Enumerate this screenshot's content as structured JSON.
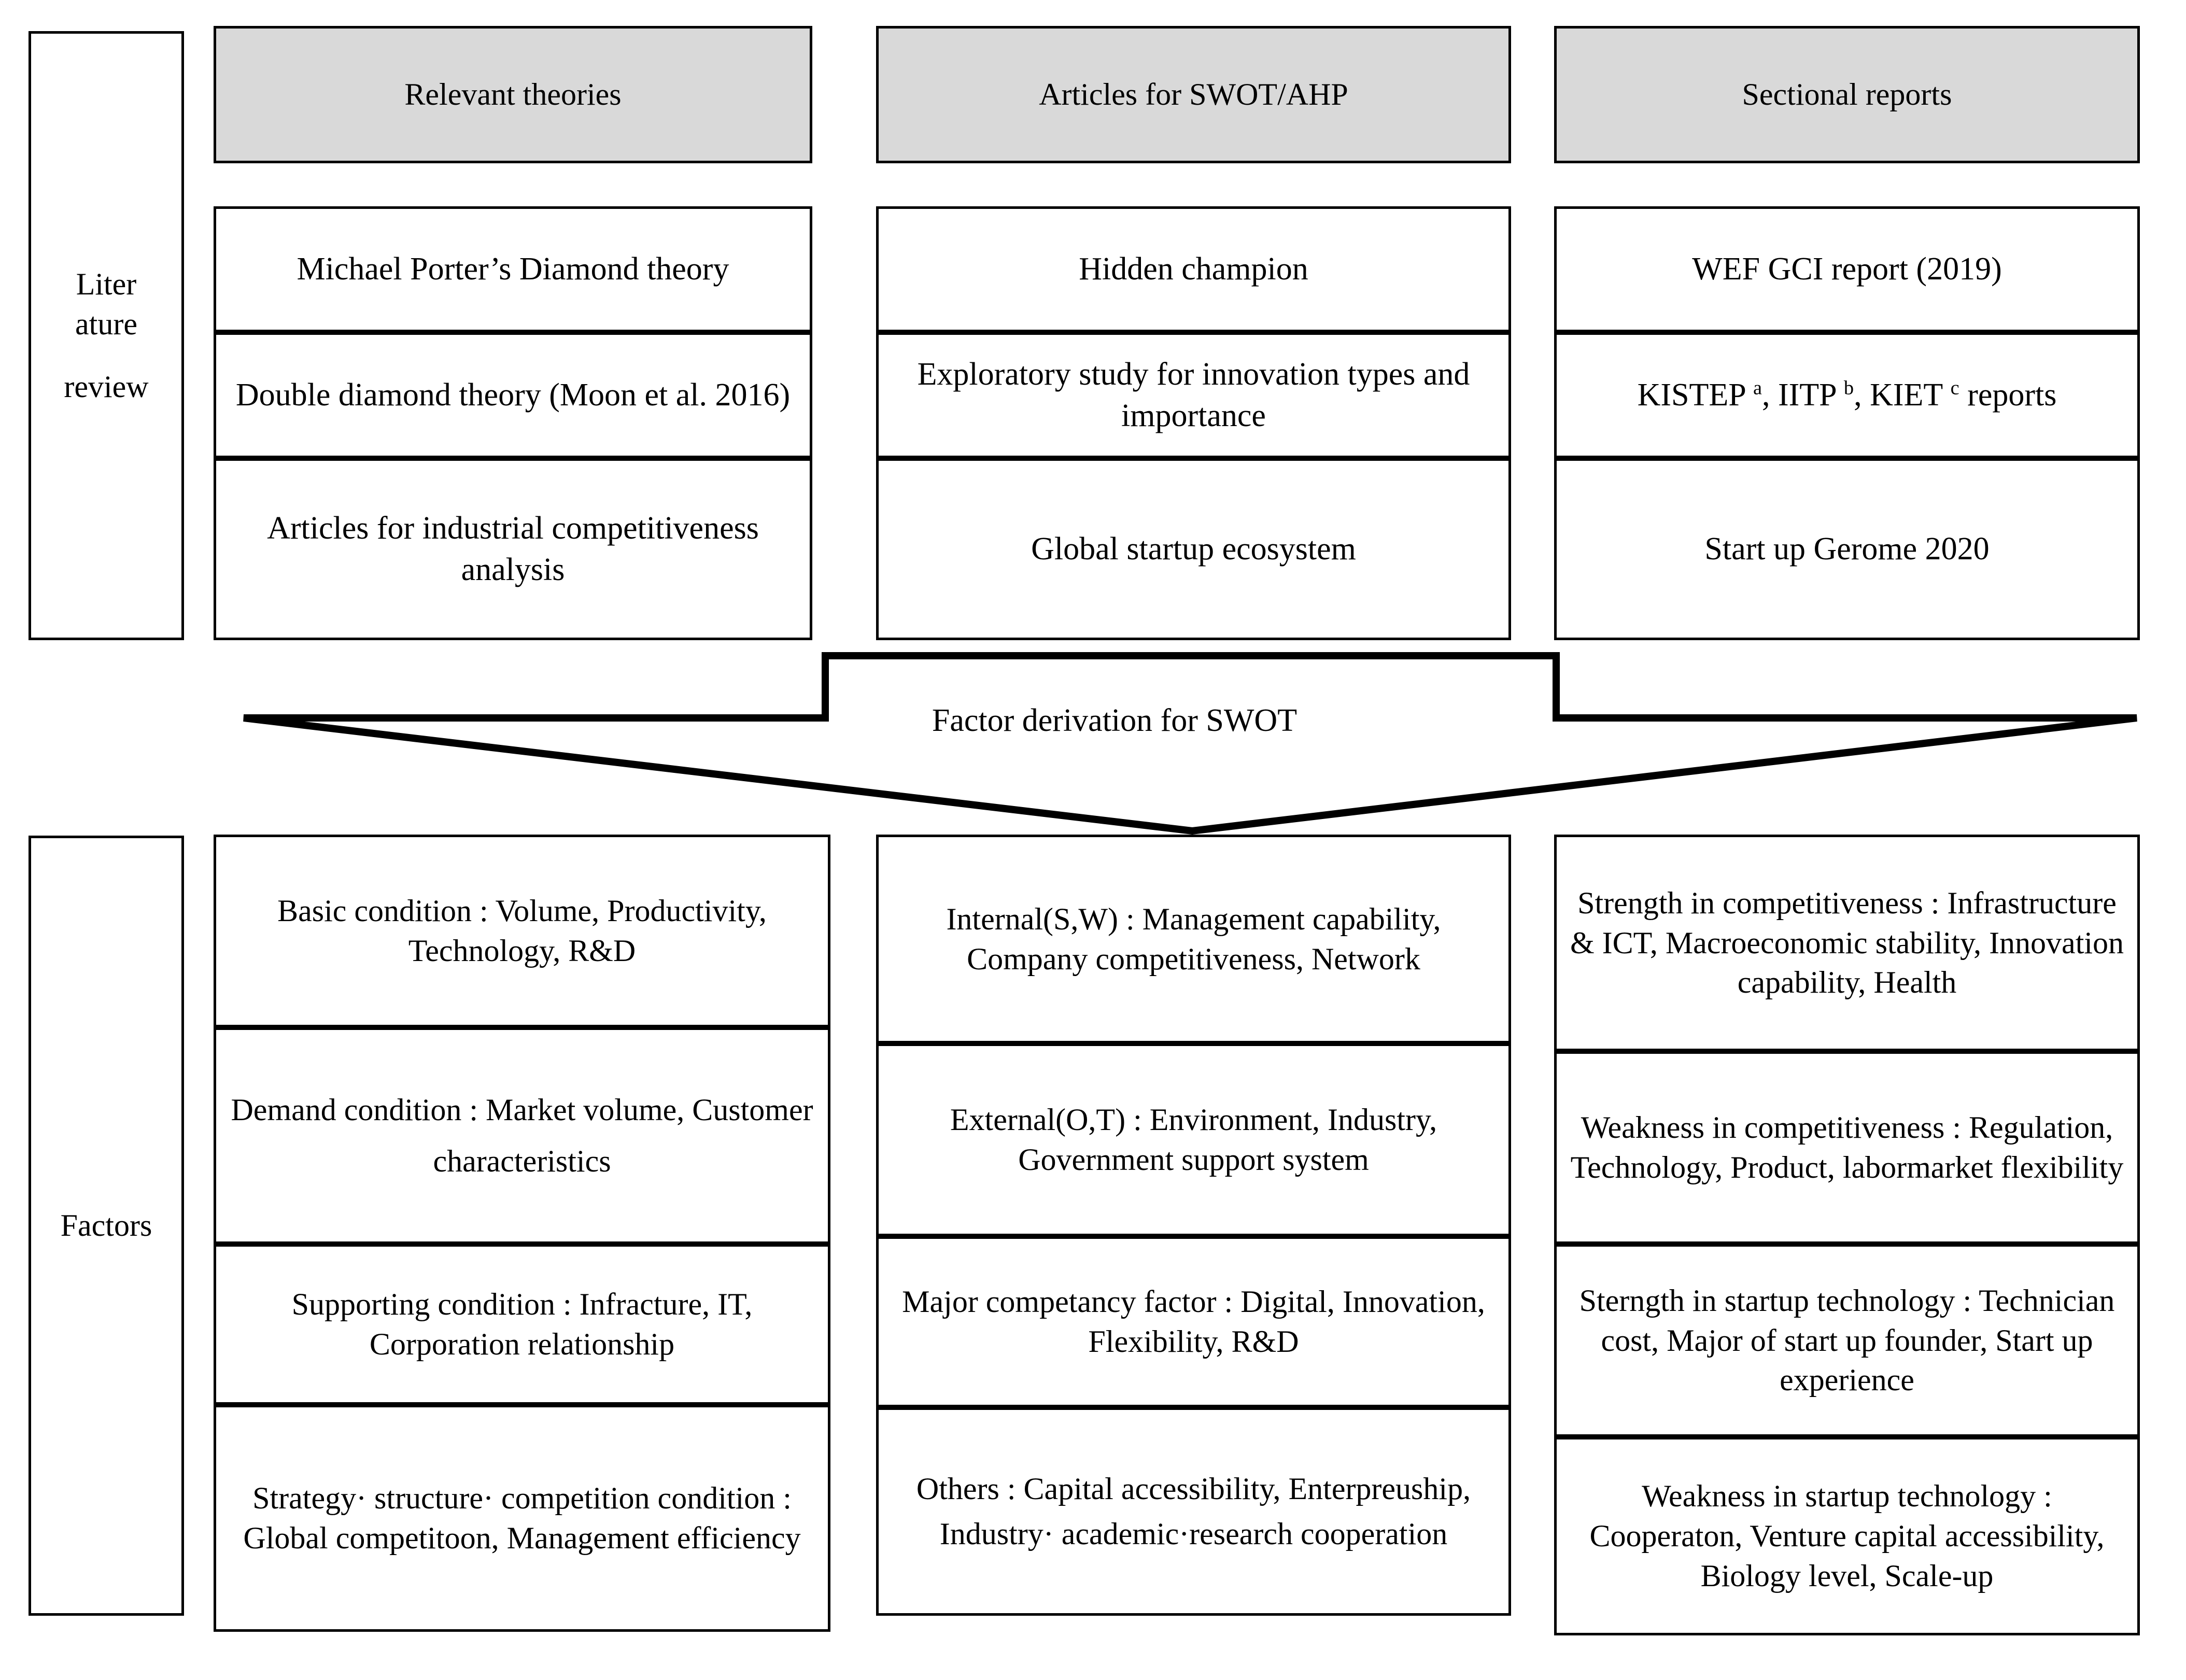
{
  "diagram": {
    "title_hidden": "Research framework: literature review and factor derivation",
    "colors": {
      "header_fill": "#d9d9d9",
      "line": "#000000",
      "background": "#ffffff"
    },
    "sections": [
      {
        "name": "literature-review",
        "side_label_lines": [
          "Liter",
          "ature",
          "review"
        ],
        "side_label_text": "Literature review",
        "columns": [
          {
            "header": "Relevant theories",
            "cells": [
              "Michael Porter’s Diamond theory",
              "Double diamond theory (Moon et al. 2016)",
              "Articles for industrial competitiveness analysis"
            ]
          },
          {
            "header": "Articles for SWOT/AHP",
            "cells": [
              "Hidden champion",
              "Exploratory study for innovation types and importance",
              "Global startup ecosystem"
            ]
          },
          {
            "header": "Sectional reports",
            "cells": [
              "WEF GCI report (2019)",
              "KISTEP ᵃ, IITP ᵇ, KIET ᶜ reports",
              "Start up Gerome 2020"
            ],
            "cell_html": [
              "WEF GCI report (2019)",
              "KISTEP <sup>a</sup>, IITP <sup>b</sup>, KIET <sup>c</sup> reports",
              "Start up Gerome 2020"
            ]
          }
        ]
      },
      {
        "name": "connector",
        "shape": "down-arrow",
        "label": "Factor derivation for SWOT"
      },
      {
        "name": "factors",
        "side_label_lines": [
          "Factors"
        ],
        "side_label_text": "Factors",
        "columns": [
          {
            "cells": [
              "Basic condition : Volume, Productivity, Technology, R&D",
              "Demand condition : Market volume, Customer characteristics",
              "Supporting condition : Infracture, IT, Corporation relationship",
              "Strategy· structure· competition condition : Global competitoon, Management efficiency"
            ]
          },
          {
            "cells": [
              "Internal(S,W) : Management capability, Company competitiveness, Network",
              "External(O,T) : Environment, Industry, Government support system",
              "Major competancy factor : Digital, Innovation, Flexibility, R&D",
              "Others : Capital accessibility, Enterpreuship, Industry· academic·research cooperation"
            ]
          },
          {
            "cells": [
              "Strength in competitiveness : Infrastructure & ICT, Macroeconomic stability, Innovation capability, Health",
              "Weakness in competitiveness : Regulation, Technology, Product, labormarket flexibility",
              "Sterngth in startup technology : Technician cost, Major of start up founder, Start up experience",
              "Weakness in startup technology : Cooperaton, Venture capital accessibility, Biology level, Scale-up"
            ]
          }
        ]
      }
    ]
  }
}
